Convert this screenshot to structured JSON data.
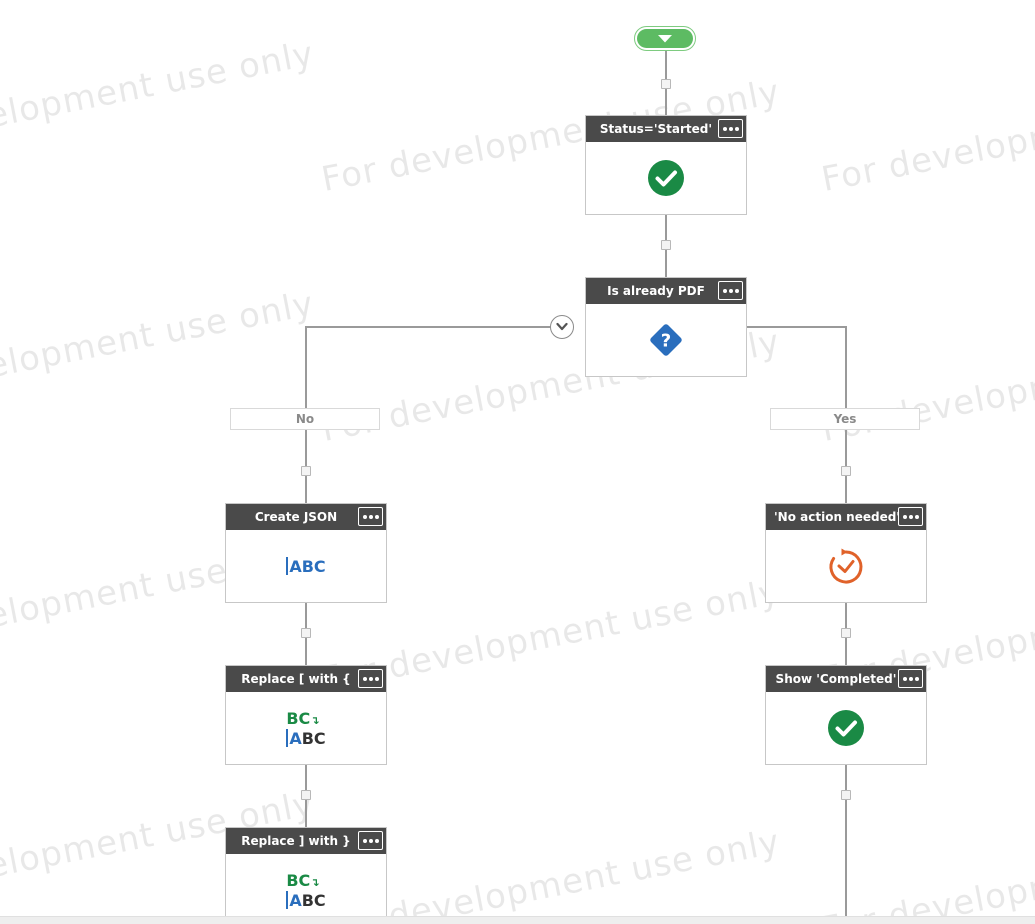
{
  "watermark_text": "For development use only",
  "start_button": {
    "icon": "chevron-down-icon"
  },
  "steps": {
    "status_started": {
      "title": "Status='Started'",
      "icon": "check-circle-icon"
    },
    "is_already_pdf": {
      "title": "Is already PDF",
      "icon": "question-diamond-icon"
    },
    "create_json": {
      "title": "Create JSON",
      "icon": "text-abc-icon",
      "icon_text": "ABC"
    },
    "replace_open": {
      "title": "Replace [ with {",
      "icon": "text-replace-icon",
      "icon_text_top": "BC",
      "icon_text_bottom": "ABC"
    },
    "replace_close": {
      "title": "Replace ] with }",
      "icon": "text-replace-icon",
      "icon_text_top": "BC",
      "icon_text_bottom": "ABC"
    },
    "no_action_needed": {
      "title": "'No action needed'",
      "icon": "timer-refresh-icon"
    },
    "show_completed": {
      "title": "Show 'Completed'",
      "icon": "check-circle-icon"
    }
  },
  "branches": {
    "no_label": "No",
    "yes_label": "Yes"
  },
  "colors": {
    "header": "#4a4a4a",
    "success_green": "#1a8a45",
    "start_green": "#5dbb63",
    "question_blue": "#2a6ebd",
    "timer_orange": "#e0622a",
    "abc_blue": "#2a6ebd",
    "abc_green": "#1a8a45"
  }
}
